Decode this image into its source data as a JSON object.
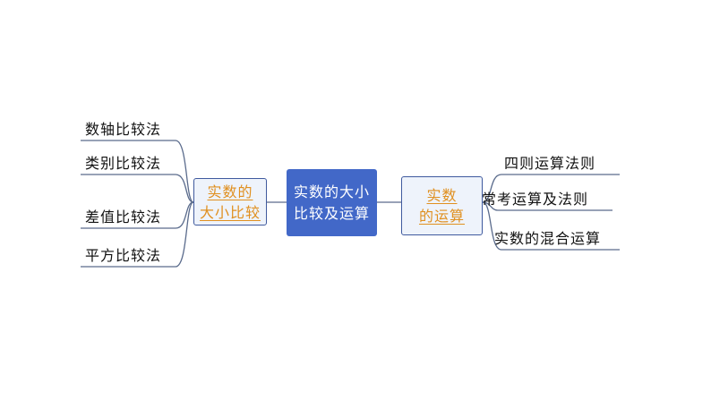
{
  "center": {
    "line1": "实数的大小",
    "line2": "比较及运算"
  },
  "left_topic": {
    "line1": "实数的",
    "line2": "大小比较",
    "children": [
      "数轴比较法",
      "类别比较法",
      "差值比较法",
      "平方比较法"
    ]
  },
  "right_topic": {
    "line1": "实数",
    "line2": "的运算",
    "children": [
      "四则运算法则",
      "常考运算及法则",
      "实数的混合运算"
    ]
  },
  "colors": {
    "center_fill": "#4268c8",
    "center_text": "#ffffff",
    "topic_fill": "#eef3fb",
    "topic_border": "#3f5a9e",
    "topic_text": "#e09020",
    "connector": "#5a6b8c"
  }
}
